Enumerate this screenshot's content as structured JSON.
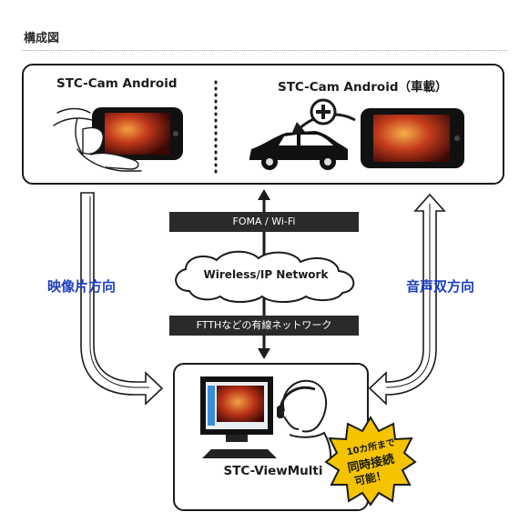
{
  "section_title": "構成図",
  "top_panel": {
    "left_label": "STC-Cam Android",
    "right_label": "STC-Cam Android（車載）"
  },
  "network": {
    "upper_bar": "FOMA / Wi-Fi",
    "cloud": "Wireless/IP Network",
    "lower_bar": "FTTHなどの有線ネットワーク"
  },
  "directions": {
    "left": "映像片方向",
    "right": "音声双方向"
  },
  "bottom_panel": {
    "label": "STC-ViewMulti"
  },
  "badge": {
    "line1": "10カ所まで",
    "line2": "同時接続",
    "line3": "可能！"
  },
  "colors": {
    "accent_blue": "#1d3fc1",
    "bar_dark": "#2a2a2a",
    "outline": "#1b1b1b",
    "badge_yellow": "#f4c400"
  }
}
